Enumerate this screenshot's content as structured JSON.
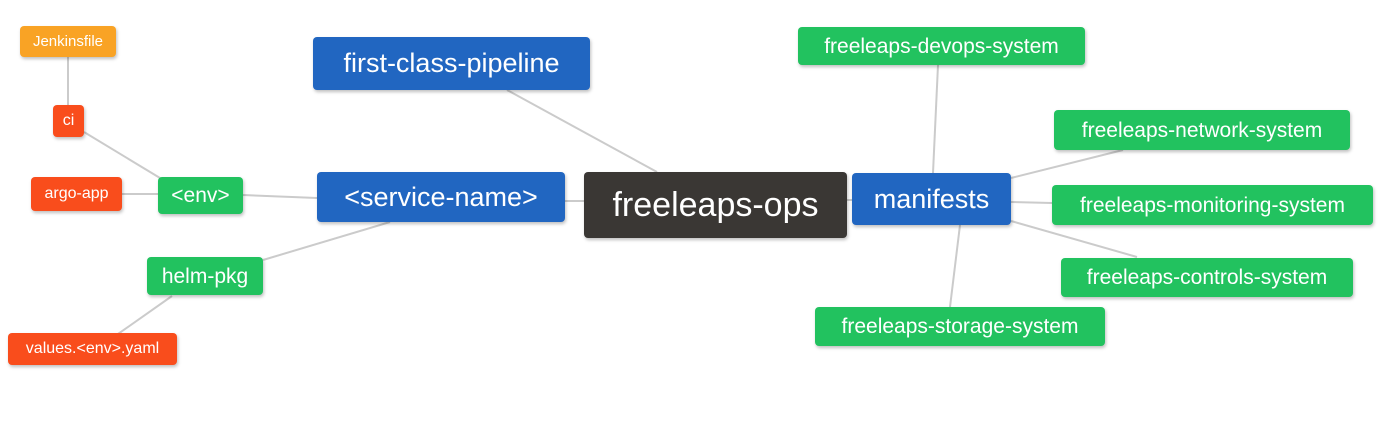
{
  "diagram": {
    "type": "mindmap",
    "root_label": "freeleaps-ops"
  },
  "nodes": {
    "root": {
      "label": "freeleaps-ops",
      "color": "#3A3734",
      "level": 0
    },
    "pipeline": {
      "label": "first-class-pipeline",
      "color": "#2166C1",
      "level": 1
    },
    "service": {
      "label": "<service-name>",
      "color": "#2166C1",
      "level": 1
    },
    "manifests": {
      "label": "manifests",
      "color": "#2166C1",
      "level": 1
    },
    "env": {
      "label": "<env>",
      "color": "#22C25F",
      "level": 2
    },
    "helm": {
      "label": "helm-pkg",
      "color": "#22C25F",
      "level": 2
    },
    "ci": {
      "label": "ci",
      "color": "#F94D1C",
      "level": 3
    },
    "argo": {
      "label": "argo-app",
      "color": "#F94D1C",
      "level": 3
    },
    "values": {
      "label": "values.<env>.yaml",
      "color": "#F94D1C",
      "level": 3
    },
    "jenkinsfile": {
      "label": "Jenkinsfile",
      "color": "#F9A325",
      "level": 4
    },
    "devops": {
      "label": "freeleaps-devops-system",
      "color": "#22C25F",
      "level": 2
    },
    "network": {
      "label": "freeleaps-network-system",
      "color": "#22C25F",
      "level": 2
    },
    "monitoring": {
      "label": "freeleaps-monitoring-system",
      "color": "#22C25F",
      "level": 2
    },
    "controls": {
      "label": "freeleaps-controls-system",
      "color": "#22C25F",
      "level": 2
    },
    "storage": {
      "label": "freeleaps-storage-system",
      "color": "#22C25F",
      "level": 2
    }
  },
  "edges": [
    {
      "parent": "freeleaps-ops",
      "child": "first-class-pipeline"
    },
    {
      "parent": "freeleaps-ops",
      "child": "<service-name>"
    },
    {
      "parent": "freeleaps-ops",
      "child": "manifests"
    },
    {
      "parent": "<service-name>",
      "child": "<env>"
    },
    {
      "parent": "<service-name>",
      "child": "helm-pkg"
    },
    {
      "parent": "<env>",
      "child": "ci"
    },
    {
      "parent": "<env>",
      "child": "argo-app"
    },
    {
      "parent": "ci",
      "child": "Jenkinsfile"
    },
    {
      "parent": "helm-pkg",
      "child": "values.<env>.yaml"
    },
    {
      "parent": "manifests",
      "child": "freeleaps-devops-system"
    },
    {
      "parent": "manifests",
      "child": "freeleaps-network-system"
    },
    {
      "parent": "manifests",
      "child": "freeleaps-monitoring-system"
    },
    {
      "parent": "manifests",
      "child": "freeleaps-controls-system"
    },
    {
      "parent": "manifests",
      "child": "freeleaps-storage-system"
    }
  ],
  "palette": {
    "root_bg": "#3A3734",
    "branch_blue_bg": "#2166C1",
    "leaf_green_bg": "#22C25F",
    "leaf_red_bg": "#F94D1C",
    "leaf_amber_bg": "#F9A325",
    "edge_line": "#CBCBCB",
    "node_text": "#FFFFFF",
    "background": "#FFFFFF"
  }
}
